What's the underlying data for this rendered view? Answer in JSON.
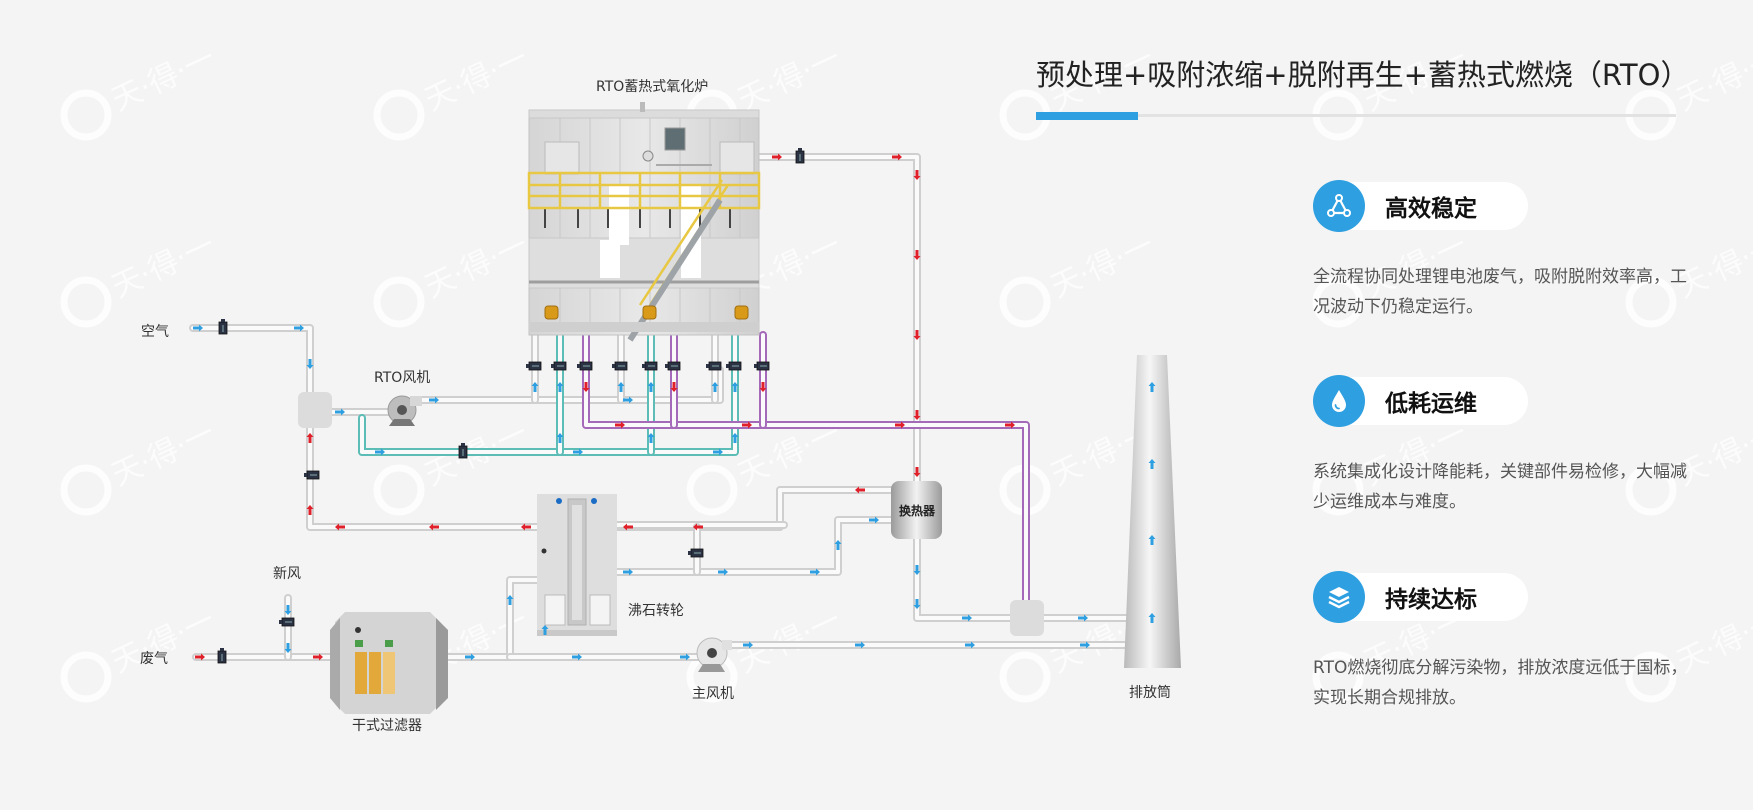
{
  "header": {
    "title": "预处理+吸附浓缩+脱附再生+蓄热式燃烧（RTO）",
    "accent_color": "#2e9fe0",
    "progress_fraction": 0.16
  },
  "features": [
    {
      "icon": "network-triangle-icon",
      "title": "高效稳定",
      "desc": "全流程协同处理锂电池废气，吸附脱附效率高，工况波动下仍稳定运行。"
    },
    {
      "icon": "water-drop-icon",
      "title": "低耗运维",
      "desc": "系统集成化设计降能耗，关键部件易检修，大幅减少运维成本与难度。"
    },
    {
      "icon": "layers-stack-icon",
      "title": "持续达标",
      "desc": "RTO燃烧彻底分解污染物，排放浓度远低于国标，实现长期合规排放。"
    }
  ],
  "diagram": {
    "labels": {
      "rto_furnace": "RTO蓄热式氧化炉",
      "air": "空气",
      "rto_fan": "RTO风机",
      "fresh_air": "新风",
      "waste_gas": "废气",
      "dry_filter": "干式过滤器",
      "zeolite_wheel": "沸石转轮",
      "main_fan": "主风机",
      "heat_exchanger": "换热器",
      "stack": "排放筒"
    },
    "colors": {
      "pipe": "#e3e3e3",
      "teal_pipe": "#5cbdb6",
      "purple_pipe": "#a469b8",
      "hot_arrow": "#e0202a",
      "cold_arrow": "#2e9fe0",
      "filter_panel": "#e3a83a",
      "platform": "#e8c842"
    },
    "watermark": "天·得·一"
  }
}
